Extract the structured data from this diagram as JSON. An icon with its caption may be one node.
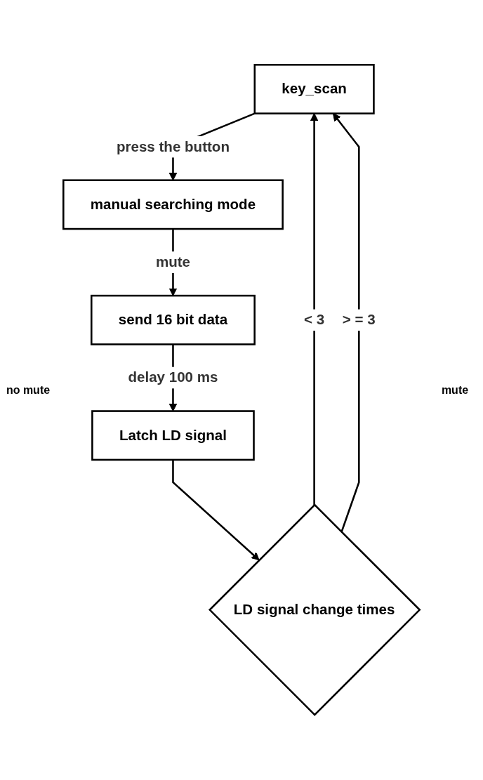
{
  "diagram": {
    "nodes": [
      {
        "text": [
          "key_scan"
        ]
      },
      {
        "text": [
          "manual searching mode"
        ]
      },
      {
        "text": [
          "send 16 bit data"
        ]
      },
      {
        "text": [
          "Latch LD signal"
        ]
      },
      {
        "text": [
          "LD signal change times"
        ]
      }
    ],
    "edges": [
      {
        "from": 0,
        "to": 1,
        "arrow": "to",
        "label": "press the button"
      },
      {
        "from": 1,
        "to": 2,
        "arrow": "to",
        "label": "mute"
      },
      {
        "from": 2,
        "to": 3,
        "arrow": "to",
        "label": "delay 100 ms"
      },
      {
        "from": 3,
        "to": 4,
        "arrow": "to"
      },
      {
        "from": 4,
        "to": 0,
        "arrow": "to",
        "label": "< 3"
      },
      {
        "from": 4,
        "to": 0,
        "arrow": "to",
        "label": "> = 3"
      }
    ],
    "labels": [
      "no mute",
      "mute"
    ]
  }
}
